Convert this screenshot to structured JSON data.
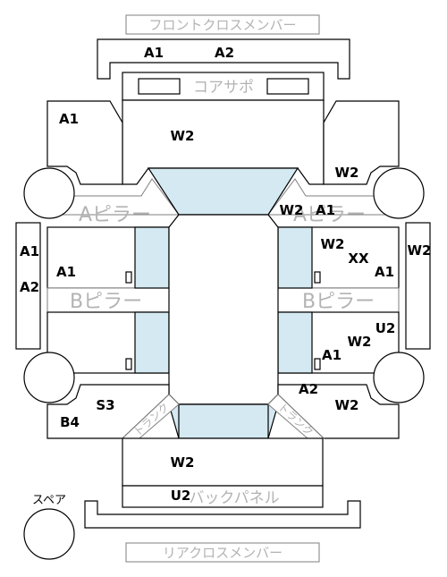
{
  "labels": {
    "front_cross_member": "フロントクロスメンバー",
    "core_support": "コアサポ",
    "a_pillar_left": "Aピラー",
    "a_pillar_right": "Aピラー",
    "b_pillar_left": "Bピラー",
    "b_pillar_right": "Bピラー",
    "back_panel": "バックパネル",
    "rear_cross_member": "リアクロスメンバー",
    "spare": "スペア",
    "trunk_left": "トランク",
    "trunk_right": "トランク"
  },
  "codes": {
    "front_a1": "A1",
    "front_a2": "A2",
    "fender_left_a1": "A1",
    "hood_w2": "W2",
    "fender_right_w2": "W2",
    "a_pillar_right_w2": "W2",
    "a_pillar_right_a1": "A1",
    "side_sill_left_a1": "A1",
    "side_sill_left_a2": "A2",
    "front_door_left_a1": "A1",
    "side_sill_right_w2": "W2",
    "front_door_right_w2": "W2",
    "front_door_right_xx": "XX",
    "front_door_right_a1": "A1",
    "rear_door_right_u2": "U2",
    "rear_door_right_w2": "W2",
    "rear_door_right_a1": "A1",
    "rear_left_s3": "S3",
    "rear_left_b4": "B4",
    "rear_right_a2": "A2",
    "rear_right_w2": "W2",
    "trunk_w2": "W2",
    "back_panel_u2": "U2"
  }
}
